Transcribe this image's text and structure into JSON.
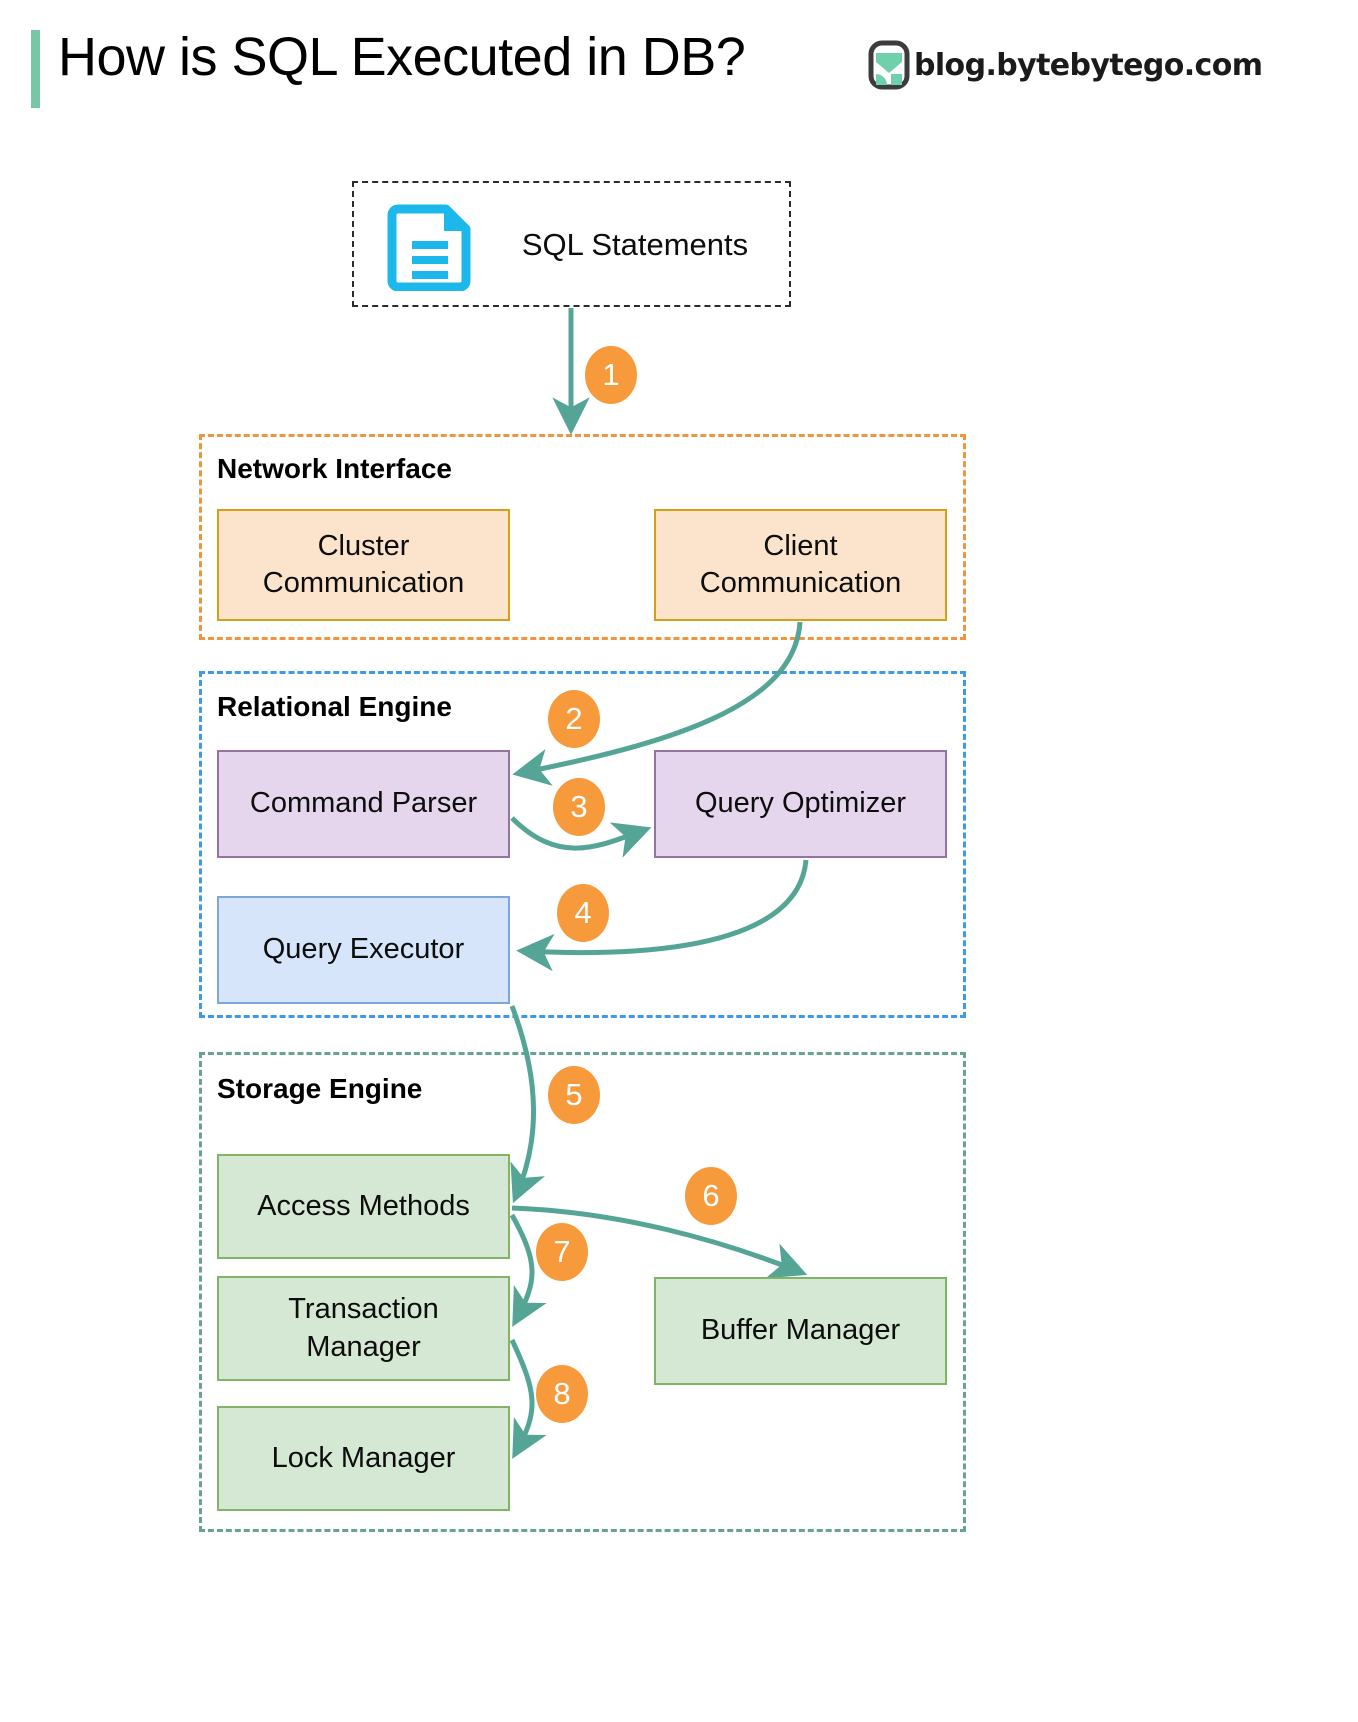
{
  "header": {
    "title": "How is SQL Executed in DB?",
    "brand": "blog.bytebytego.com",
    "logo_icon": "bytebytego-logo-icon",
    "accent_bar_color": "#76c7a5"
  },
  "colors": {
    "badge_orange": "#f79a3c",
    "arrow_teal": "#55a596",
    "network_border": "#f0943e",
    "network_fill": "#fce4cc",
    "relational_border": "#3d9ae8",
    "parser_fill": "#e5d6ee",
    "executor_fill": "#d7e5fa",
    "storage_border": "#67a295",
    "storage_fill": "#d5e8d4",
    "doc_icon": "#1cb8ec"
  },
  "input": {
    "icon": "document-icon",
    "label": "SQL Statements"
  },
  "groups": [
    {
      "id": "network",
      "title": "Network Interface",
      "nodes": [
        {
          "id": "cluster-communication",
          "label": "Cluster\nCommunication"
        },
        {
          "id": "client-communication",
          "label": "Client\nCommunication"
        }
      ]
    },
    {
      "id": "relational",
      "title": "Relational Engine",
      "nodes": [
        {
          "id": "command-parser",
          "label": "Command Parser"
        },
        {
          "id": "query-optimizer",
          "label": "Query Optimizer"
        },
        {
          "id": "query-executor",
          "label": "Query Executor"
        }
      ]
    },
    {
      "id": "storage",
      "title": "Storage Engine",
      "nodes": [
        {
          "id": "access-methods",
          "label": "Access Methods"
        },
        {
          "id": "transaction-manager",
          "label": "Transaction\nManager"
        },
        {
          "id": "lock-manager",
          "label": "Lock Manager"
        },
        {
          "id": "buffer-manager",
          "label": "Buffer Manager"
        }
      ]
    }
  ],
  "nodes": {
    "sql_statements": "SQL Statements",
    "cluster_communication_line1": "Cluster",
    "cluster_communication_line2": "Communication",
    "client_communication_line1": "Client",
    "client_communication_line2": "Communication",
    "command_parser": "Command Parser",
    "query_optimizer": "Query Optimizer",
    "query_executor": "Query Executor",
    "access_methods": "Access Methods",
    "transaction_manager_line1": "Transaction",
    "transaction_manager_line2": "Manager",
    "lock_manager": "Lock Manager",
    "buffer_manager": "Buffer Manager"
  },
  "group_titles": {
    "network": "Network Interface",
    "relational": "Relational Engine",
    "storage": "Storage Engine"
  },
  "steps": [
    {
      "n": "1",
      "from": "SQL Statements",
      "to": "Network Interface"
    },
    {
      "n": "2",
      "from": "Client Communication",
      "to": "Command Parser"
    },
    {
      "n": "3",
      "from": "Command Parser",
      "to": "Query Optimizer"
    },
    {
      "n": "4",
      "from": "Query Optimizer",
      "to": "Query Executor"
    },
    {
      "n": "5",
      "from": "Query Executor",
      "to": "Access Methods"
    },
    {
      "n": "6",
      "from": "Access Methods",
      "to": "Buffer Manager"
    },
    {
      "n": "7",
      "from": "Access Methods",
      "to": "Transaction Manager"
    },
    {
      "n": "8",
      "from": "Transaction Manager",
      "to": "Lock Manager"
    }
  ],
  "step_labels": {
    "s1": "1",
    "s2": "2",
    "s3": "3",
    "s4": "4",
    "s5": "5",
    "s6": "6",
    "s7": "7",
    "s8": "8"
  }
}
